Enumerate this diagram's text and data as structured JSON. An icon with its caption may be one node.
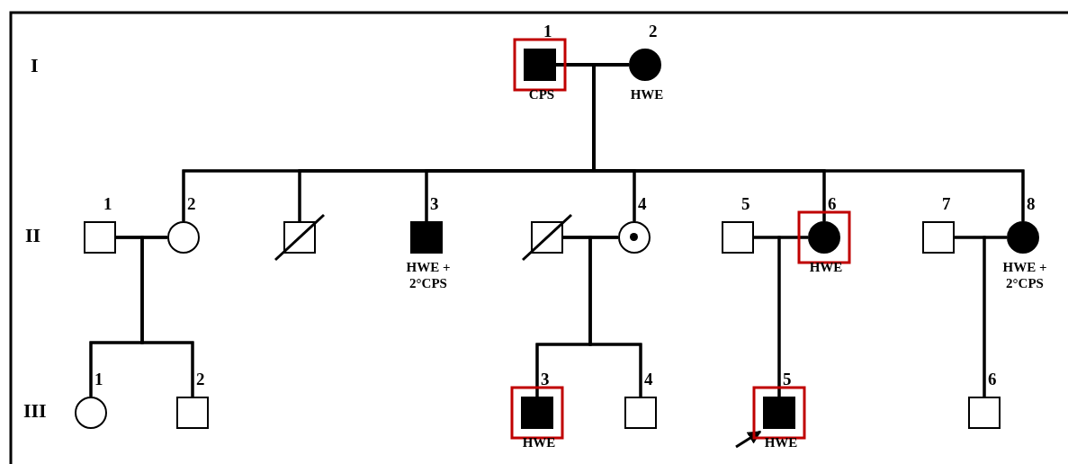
{
  "diagram": {
    "nodes": [
      {
        "text": [
          "1"
        ],
        "beside": [
          "CPS"
        ]
      },
      {
        "text": [
          "2"
        ],
        "beside": [
          "HWE"
        ]
      },
      {
        "text": [
          "1"
        ]
      },
      {
        "text": [
          "2"
        ]
      },
      {
        "text": [],
        "shape": "box"
      },
      {
        "text": [
          "3"
        ],
        "beside": [
          "HWE + 2°CPS"
        ]
      },
      {
        "text": [],
        "shape": "box"
      },
      {
        "text": [
          "4"
        ]
      },
      {
        "text": [
          "5"
        ]
      },
      {
        "text": [
          "6"
        ],
        "beside": [
          "HWE"
        ]
      },
      {
        "text": [
          "7"
        ]
      },
      {
        "text": [
          "8"
        ],
        "beside": [
          "HWE + 2°CPS"
        ]
      },
      {
        "text": [
          "1"
        ]
      },
      {
        "text": [
          "2"
        ]
      },
      {
        "text": [
          "3"
        ],
        "beside": [
          "HWE"
        ]
      },
      {
        "text": [
          "4"
        ]
      },
      {
        "text": [
          "5"
        ],
        "beside": [
          "HWE"
        ]
      },
      {
        "text": [
          "6"
        ]
      }
    ],
    "edges": [
      {
        "from": 0,
        "to": 1,
        "arrow": "none"
      },
      {
        "from": 0,
        "to": 3,
        "arrow": "none"
      },
      {
        "from": 1,
        "to": 3,
        "arrow": "none"
      },
      {
        "from": 0,
        "to": 4,
        "arrow": "none"
      },
      {
        "from": 1,
        "to": 4,
        "arrow": "none"
      },
      {
        "from": 0,
        "to": 5,
        "arrow": "none"
      },
      {
        "from": 1,
        "to": 5,
        "arrow": "none"
      },
      {
        "from": 0,
        "to": 7,
        "arrow": "none"
      },
      {
        "from": 1,
        "to": 7,
        "arrow": "none"
      },
      {
        "from": 0,
        "to": 9,
        "arrow": "none"
      },
      {
        "from": 1,
        "to": 9,
        "arrow": "none"
      },
      {
        "from": 0,
        "to": 11,
        "arrow": "none"
      },
      {
        "from": 1,
        "to": 11,
        "arrow": "none"
      },
      {
        "from": 2,
        "to": 3,
        "arrow": "none"
      },
      {
        "from": 2,
        "to": 12,
        "arrow": "none"
      },
      {
        "from": 3,
        "to": 12,
        "arrow": "none"
      },
      {
        "from": 2,
        "to": 13,
        "arrow": "none"
      },
      {
        "from": 3,
        "to": 13,
        "arrow": "none"
      },
      {
        "from": 6,
        "to": 7,
        "arrow": "none"
      },
      {
        "from": 6,
        "to": 14,
        "arrow": "none"
      },
      {
        "from": 7,
        "to": 14,
        "arrow": "none"
      },
      {
        "from": 6,
        "to": 15,
        "arrow": "none"
      },
      {
        "from": 7,
        "to": 15,
        "arrow": "none"
      },
      {
        "from": 8,
        "to": 9,
        "arrow": "none"
      },
      {
        "from": 8,
        "to": 16,
        "arrow": "none"
      },
      {
        "from": 9,
        "to": 16,
        "arrow": "none"
      },
      {
        "from": 10,
        "to": 11,
        "arrow": "none"
      },
      {
        "from": 10,
        "to": 17,
        "arrow": "none"
      },
      {
        "from": 11,
        "to": 17,
        "arrow": "none"
      },
      {
        "from": null,
        "to": 16,
        "arrow": "to"
      }
    ],
    "labels": [
      "I",
      "II",
      "III"
    ]
  }
}
